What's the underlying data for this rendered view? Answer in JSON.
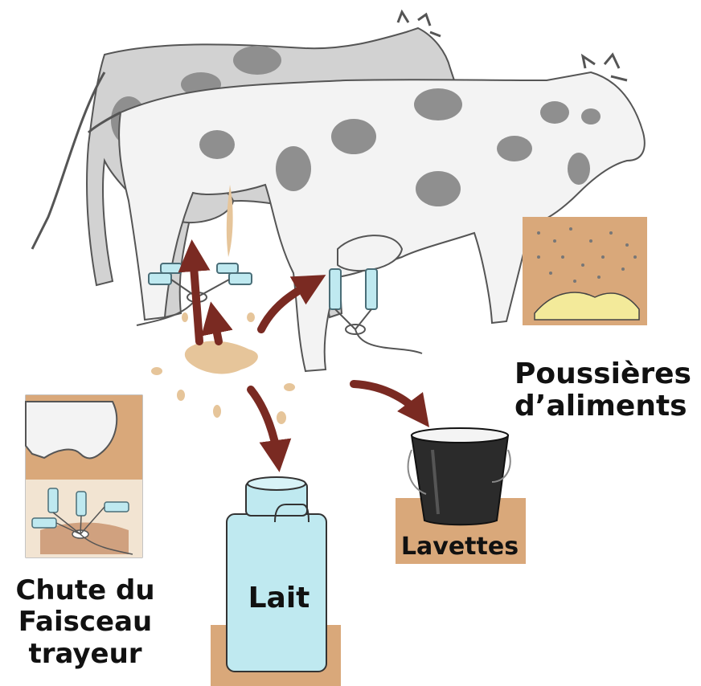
{
  "labels": {
    "poussieres_line1": "Poussières",
    "poussieres_line2": "d’aliments",
    "chute_line1": "Chute du",
    "chute_line2": "Faisceau",
    "chute_line3": "trayeur",
    "lait": "Lait",
    "lavettes": "Lavettes"
  },
  "colors": {
    "arrow": "#7a2a22",
    "milk_splash": "#e6c59a",
    "panel_tan": "#d9a87a",
    "cow_back": "#d2d2d2",
    "cow_front": "#f3f3f3",
    "cow_spots": "#8f8f8f",
    "milk_can": "#bfe9f0",
    "bucket": "#2b2b2b",
    "dust_pile": "#f3ea9a"
  },
  "icons": {
    "cow": "cow-illustration",
    "milking_cluster": "milking-cluster-icon",
    "milk_can": "milk-can-icon",
    "bucket": "bucket-icon",
    "arrow": "curved-arrow-icon"
  }
}
